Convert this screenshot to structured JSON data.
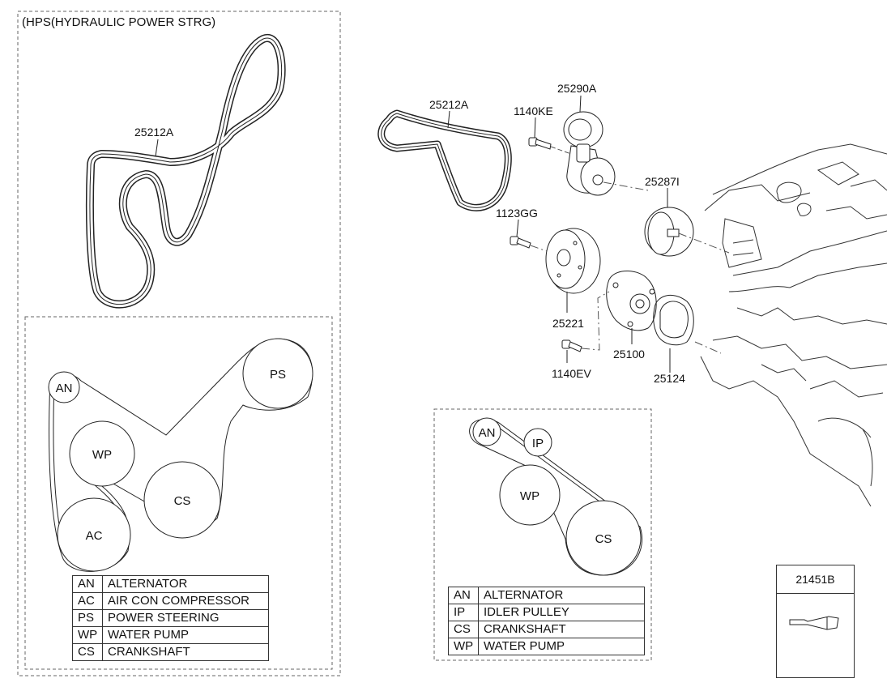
{
  "hps_title": "(HPS(HYDRAULIC POWER STRG)",
  "part_labels": {
    "belt_hps": "25212A",
    "belt_mdps": "25212A",
    "tensioner": "25290A",
    "tensioner_bolt": "1140KE",
    "idler_pulley": "25287I",
    "pulley_bolt": "1123GG",
    "water_pump_pulley": "25221",
    "water_pump": "25100",
    "pump_bolt": "1140EV",
    "gasket": "25124",
    "sealant": "21451B"
  },
  "hps_layout": {
    "circles": {
      "an": "AN",
      "ps": "PS",
      "wp": "WP",
      "cs": "CS",
      "ac": "AC"
    },
    "legend": [
      {
        "code": "AN",
        "name": "ALTERNATOR"
      },
      {
        "code": "AC",
        "name": "AIR CON COMPRESSOR"
      },
      {
        "code": "PS",
        "name": "POWER STEERING"
      },
      {
        "code": "WP",
        "name": "WATER PUMP"
      },
      {
        "code": "CS",
        "name": "CRANKSHAFT"
      }
    ]
  },
  "mdps_layout": {
    "circles": {
      "an": "AN",
      "ip": "IP",
      "wp": "WP",
      "cs": "CS"
    },
    "legend": [
      {
        "code": "AN",
        "name": "ALTERNATOR"
      },
      {
        "code": "IP",
        "name": "IDLER PULLEY"
      },
      {
        "code": "CS",
        "name": "CRANKSHAFT"
      },
      {
        "code": "WP",
        "name": " WATER PUMP"
      }
    ]
  },
  "colors": {
    "line": "#222222",
    "dash": "#555555",
    "background": "#ffffff"
  }
}
